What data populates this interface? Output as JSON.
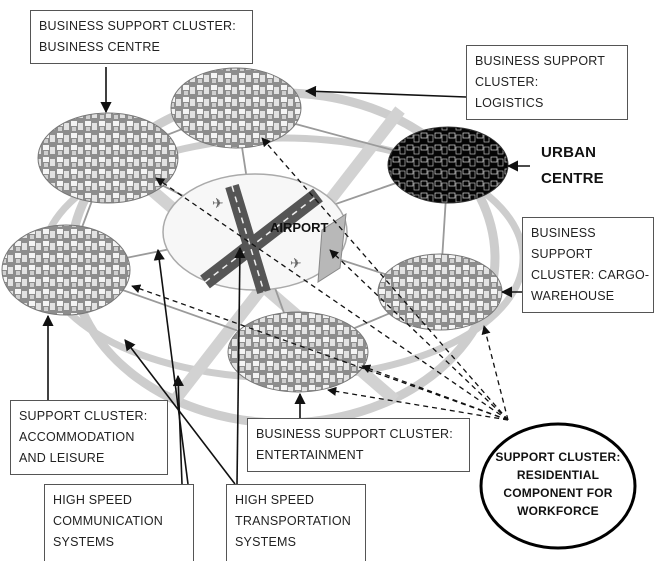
{
  "center": {
    "label": "AIRPORT"
  },
  "labels": {
    "business_centre": [
      "BUSINESS SUPPORT CLUSTER:",
      "BUSINESS CENTRE"
    ],
    "logistics": [
      "BUSINESS SUPPORT",
      "CLUSTER:",
      "LOGISTICS"
    ],
    "urban_centre": [
      "URBAN",
      "CENTRE"
    ],
    "cargo_warehouse": [
      "BUSINESS",
      "SUPPORT",
      "CLUSTER: CARGO-",
      "WAREHOUSE"
    ],
    "accommodation": [
      "SUPPORT CLUSTER:",
      "ACCOMMODATION",
      "AND LEISURE"
    ],
    "entertainment": [
      "BUSINESS SUPPORT CLUSTER:",
      "ENTERTAINMENT"
    ],
    "communication": [
      "HIGH SPEED",
      "COMMUNICATION",
      "SYSTEMS"
    ],
    "transportation": [
      "HIGH SPEED",
      "TRANSPORTATION",
      "SYSTEMS"
    ],
    "residential": [
      "SUPPORT CLUSTER:",
      "RESIDENTIAL",
      "COMPONENT FOR",
      "WORKFORCE"
    ]
  },
  "colors": {
    "ring": "#d0d0d0",
    "spoke": "#9a9a9a",
    "arrow": "#111111",
    "cluster_fill": "#8a8a8a",
    "urban_fill": "#0c0c0c",
    "runway": "#555555"
  }
}
